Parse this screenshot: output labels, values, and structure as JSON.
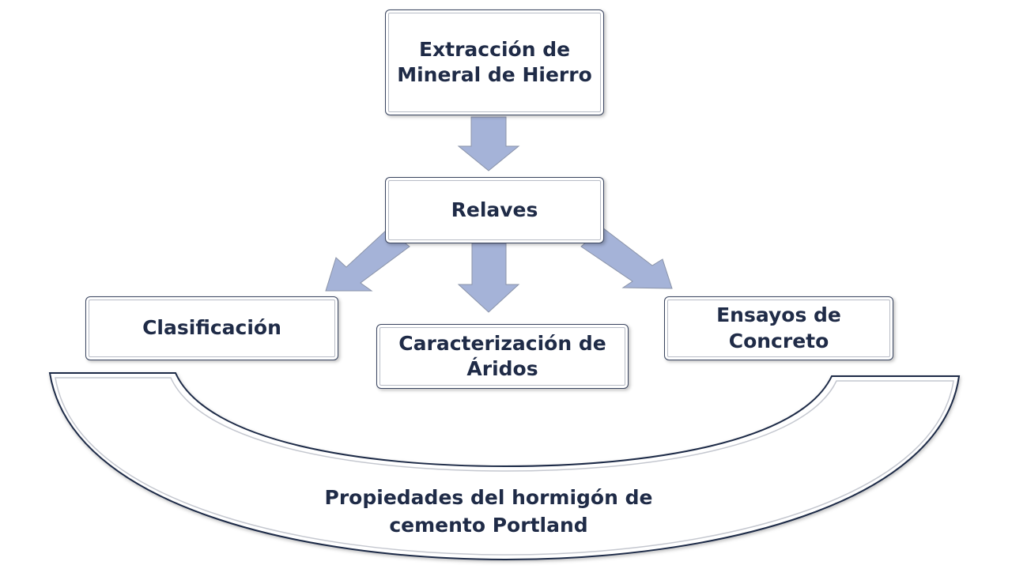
{
  "nodes": {
    "extraction": "Extracción de Mineral de Hierro",
    "tailings": "Relaves",
    "classification": "Clasificación",
    "characterization": "Caracterización de Áridos",
    "concrete_tests": "Ensayos de Concreto",
    "properties_line1": "Propiedades del hormigón de",
    "properties_line2": "cemento Portland"
  },
  "colors": {
    "text": "#1f2b47",
    "arrow_fill": "#a5b3d8",
    "border": "#3a4560"
  }
}
